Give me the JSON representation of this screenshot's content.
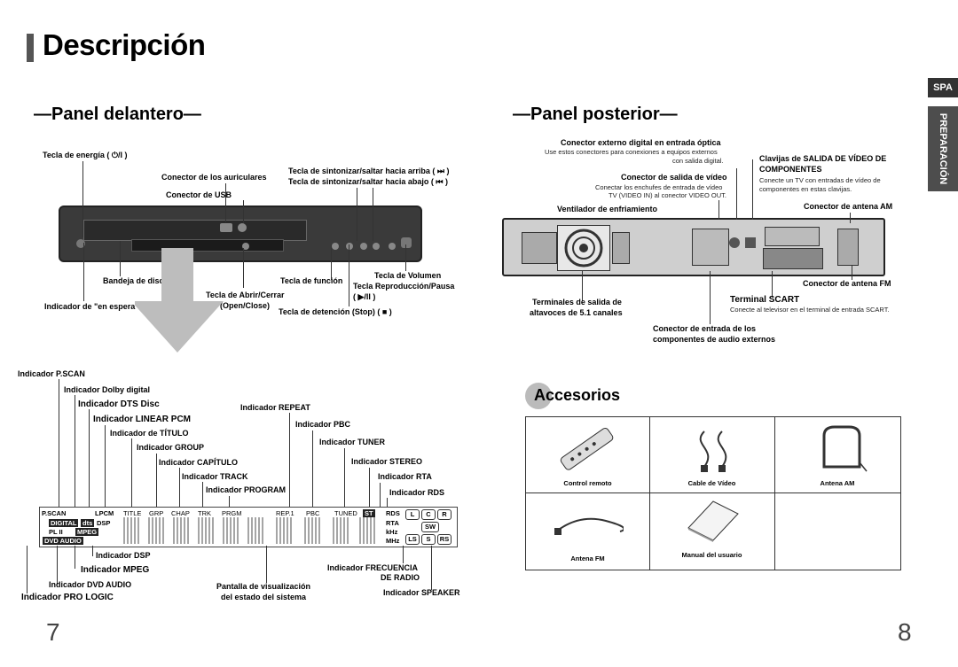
{
  "page_title": "Descripción",
  "tabs": {
    "lang": "SPA",
    "section": "PREPARACIÓN"
  },
  "front": {
    "heading": "—Panel delantero—",
    "labels": {
      "power": "Tecla de energía ( ⏻/I )",
      "headphone": "Conector de los auriculares",
      "usb": "Conector de USB",
      "tune_up": "Tecla de sintonizar/saltar hacia arriba ( ⏭ )",
      "tune_down": "Tecla de sintonizar/saltar hacia abajo ( ⏮ )",
      "volume": "Tecla de Volumen",
      "play_pause_1": "Tecla Reproducción/Pausa",
      "play_pause_2": "( ▶/II )",
      "function": "Tecla de función",
      "open_close_1": "Tecla de Abrir/Cerrar",
      "open_close_2": "(Open/Close)",
      "stop": "Tecla de detención (Stop) ( ■ )",
      "tray": "Bandeja de disco",
      "standby": "Indicador de \"en espera\""
    }
  },
  "rear": {
    "heading": "—Panel posterior—",
    "labels": {
      "optical": "Conector externo digital en entrada óptica",
      "optical_desc_1": "Use estos conectores para conexiones a equipos externos",
      "optical_desc_2": "con salida digital.",
      "video_out": "Conector de salida de vídeo",
      "video_out_desc_1": "Conectar los enchufes de entrada de vídeo",
      "video_out_desc_2": "TV (VIDEO IN) al conector VIDEO OUT.",
      "component_1": "Clavijas de SALIDA DE VÍDEO DE",
      "component_2": "COMPONENTES",
      "component_desc_1": "Conecte un TV con entradas de vídeo de",
      "component_desc_2": "componentes en estas clavijas.",
      "fan": "Ventilador de enfriamiento",
      "am": "Conector de antena AM",
      "fm": "Conector de antena FM",
      "speakers_1": "Terminales de salida de",
      "speakers_2": "altavoces de 5.1 canales",
      "scart": "Terminal SCART",
      "scart_desc": "Conecte al televisor en el terminal de entrada SCART.",
      "audio_in_1": "Conector de entrada de los",
      "audio_in_2": "componentes de audio externos"
    }
  },
  "display": {
    "labels": {
      "pscan": "Indicador P.SCAN",
      "dolby": "Indicador Dolby digital",
      "dts": "Indicador DTS Disc",
      "lpcm": "Indicador LINEAR PCM",
      "title": "Indicador de TÍTULO",
      "group": "Indicador GROUP",
      "chapter": "Indicador CAPÍTULO",
      "track": "Indicador TRACK",
      "program": "Indicador PROGRAM",
      "repeat": "Indicador REPEAT",
      "pbc": "Indicador PBC",
      "tuner": "Indicador TUNER",
      "stereo": "Indicador STEREO",
      "rta": "Indicador RTA",
      "rds": "Indicador RDS",
      "dsp": "Indicador DSP",
      "mpeg": "Indicador MPEG",
      "dvd_audio": "Indicador DVD AUDIO",
      "pro_logic": "Indicador PRO LOGIC",
      "status_1": "Pantalla de visualización",
      "status_2": "del estado del sistema",
      "freq_1": "Indicador FRECUENCIA",
      "freq_2": "DE RADIO",
      "speaker": "Indicador SPEAKER"
    },
    "panel": {
      "pscan": "P.SCAN",
      "lpcm": "LPCM",
      "title": "TITLE",
      "grp": "GRP",
      "chap": "CHAP",
      "trk": "TRK",
      "prgm": "PRGM",
      "rep": "REP.1",
      "pbc": "PBC",
      "tuned": "TUNED",
      "st": "ST",
      "rds": "RDS",
      "rta": "RTA",
      "khz": "kHz",
      "mhz": "MHz",
      "digital": "DIGITAL",
      "dts": "dts",
      "dsp": "DSP",
      "pl": "PL II",
      "mpeg": "MPEG",
      "dvdaudio": "DVD AUDIO",
      "L": "L",
      "C": "C",
      "R": "R",
      "SW": "SW",
      "LS": "LS",
      "S": "S",
      "RS": "RS"
    }
  },
  "accessories": {
    "heading": "Accesorios",
    "items": [
      "Control remoto",
      "Cable de Vídeo",
      "Antena AM",
      "Antena FM",
      "Manual del usuario"
    ]
  },
  "page_numbers": {
    "left": "7",
    "right": "8"
  }
}
